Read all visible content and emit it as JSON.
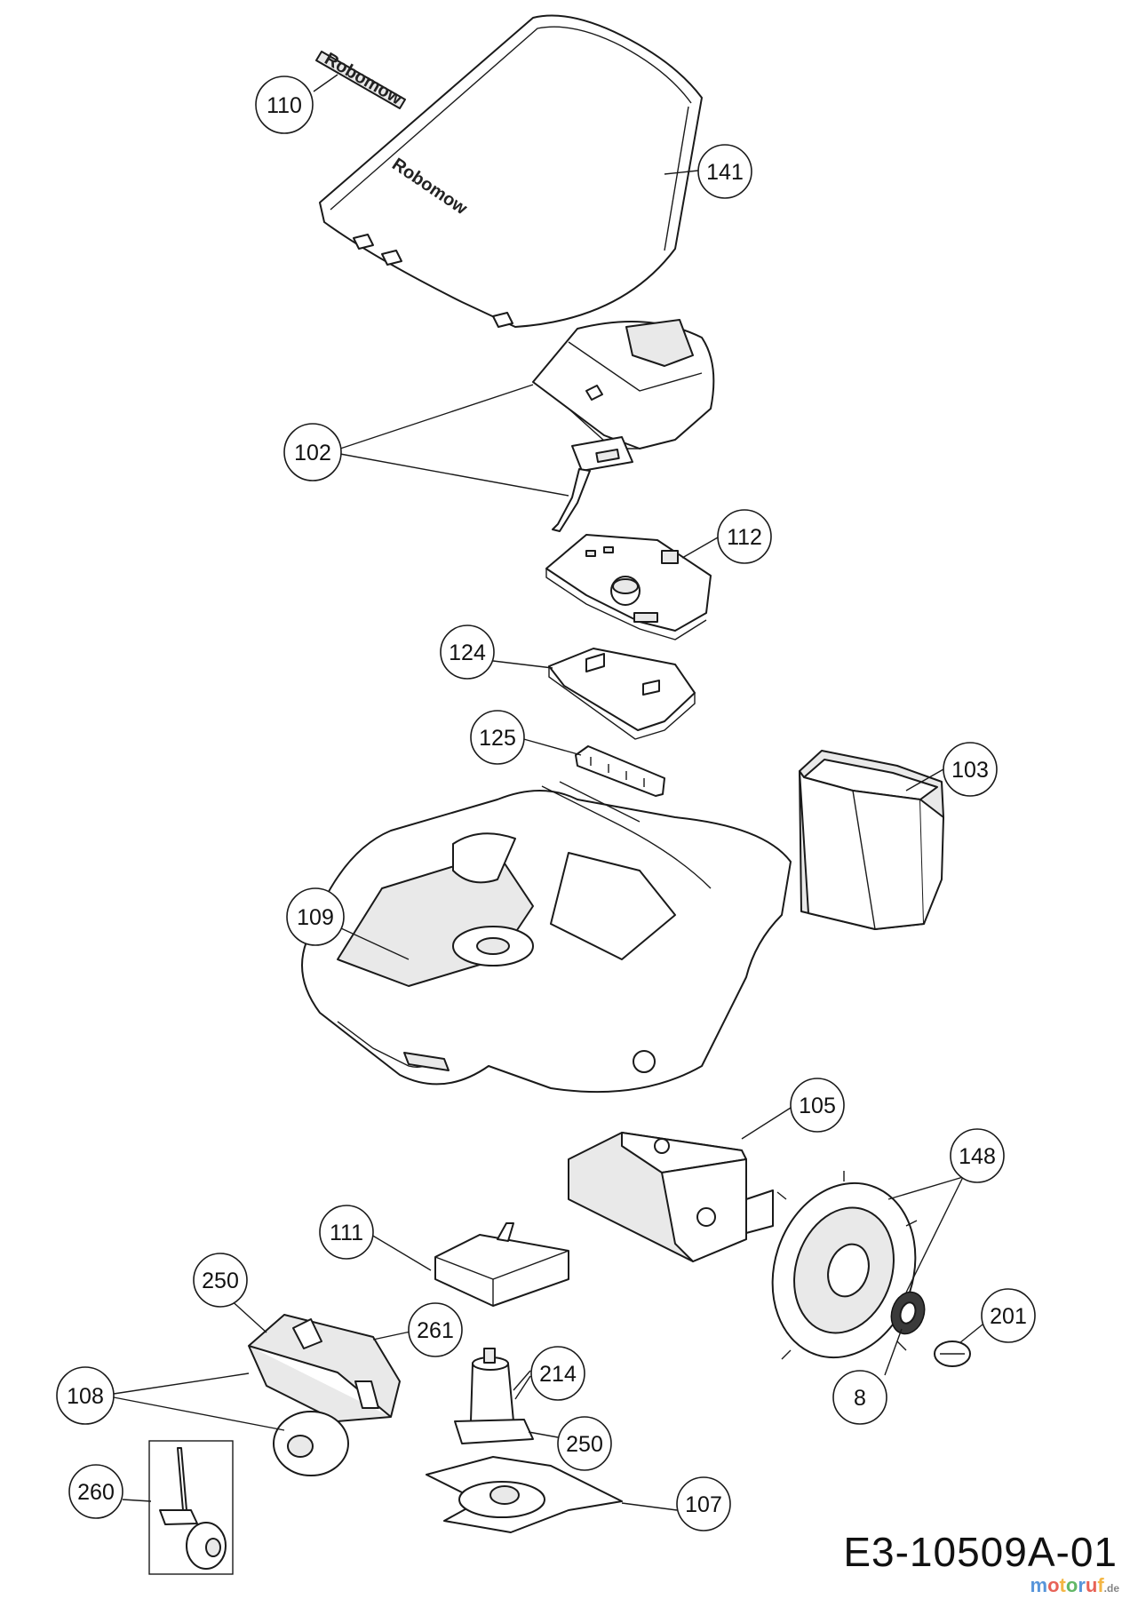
{
  "callouts": [
    {
      "id": "110",
      "label": "110"
    },
    {
      "id": "141",
      "label": "141"
    },
    {
      "id": "102",
      "label": "102"
    },
    {
      "id": "112",
      "label": "112"
    },
    {
      "id": "124",
      "label": "124"
    },
    {
      "id": "125",
      "label": "125"
    },
    {
      "id": "103",
      "label": "103"
    },
    {
      "id": "109",
      "label": "109"
    },
    {
      "id": "105",
      "label": "105"
    },
    {
      "id": "148",
      "label": "148"
    },
    {
      "id": "111",
      "label": "111"
    },
    {
      "id": "250a",
      "label": "250"
    },
    {
      "id": "261",
      "label": "261"
    },
    {
      "id": "108",
      "label": "108"
    },
    {
      "id": "214",
      "label": "214"
    },
    {
      "id": "250b",
      "label": "250"
    },
    {
      "id": "201",
      "label": "201"
    },
    {
      "id": "8",
      "label": "8"
    },
    {
      "id": "260",
      "label": "260"
    },
    {
      "id": "107",
      "label": "107"
    }
  ],
  "logo_text": "Robomow",
  "drawing_code": "E3-10509A-01",
  "watermark": {
    "text": "motoruf",
    "suffix": ".de",
    "colors": [
      "#2e7bd1",
      "#e23b2e",
      "#f2a516",
      "#3aa640",
      "#2e7bd1",
      "#e23b2e",
      "#f2a516"
    ]
  }
}
